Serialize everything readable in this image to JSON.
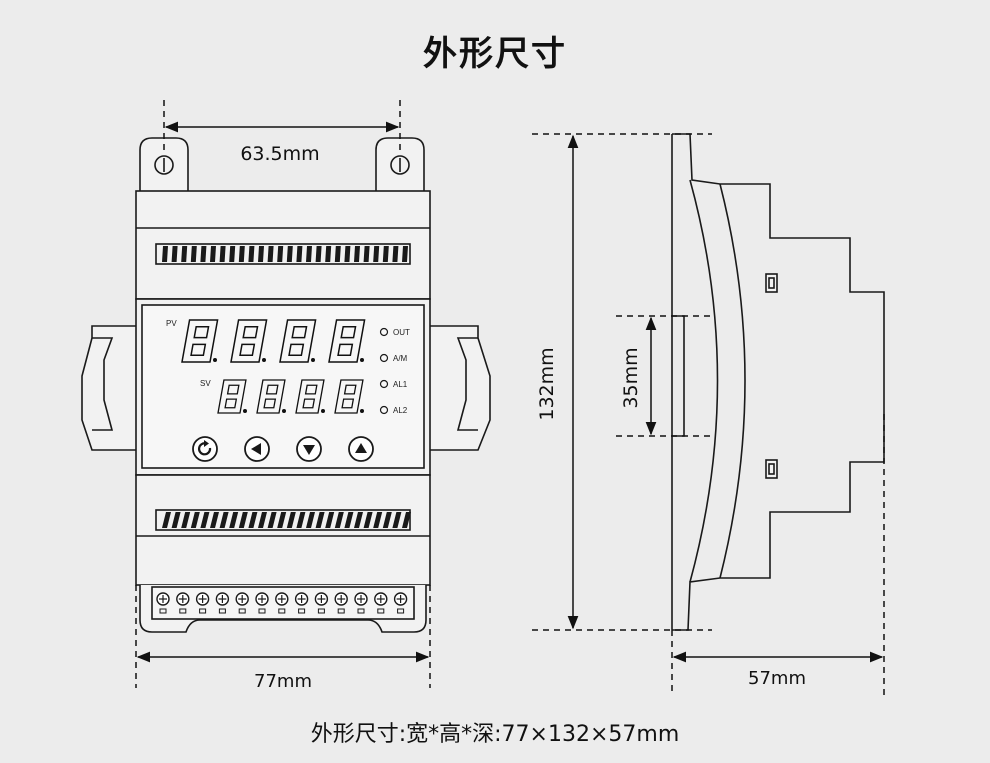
{
  "title": "外形尺寸",
  "dimensions": {
    "width_top": "63.5mm",
    "width_bottom": "77mm",
    "height": "132mm",
    "rail": "35mm",
    "depth": "57mm"
  },
  "panel": {
    "pv_label": "PV",
    "sv_label": "SV",
    "indicators": [
      "OUT",
      "A/M",
      "AL1",
      "AL2"
    ],
    "buttons": [
      "cycle",
      "left",
      "down",
      "up"
    ],
    "pv_digits": 4,
    "sv_digits": 4
  },
  "terminal_count": 13,
  "caption": "外形尺寸:宽*高*深:77×132×57mm",
  "colors": {
    "background": "#ececec",
    "line": "#1a1a1a",
    "housing": "#f2f2f2"
  }
}
